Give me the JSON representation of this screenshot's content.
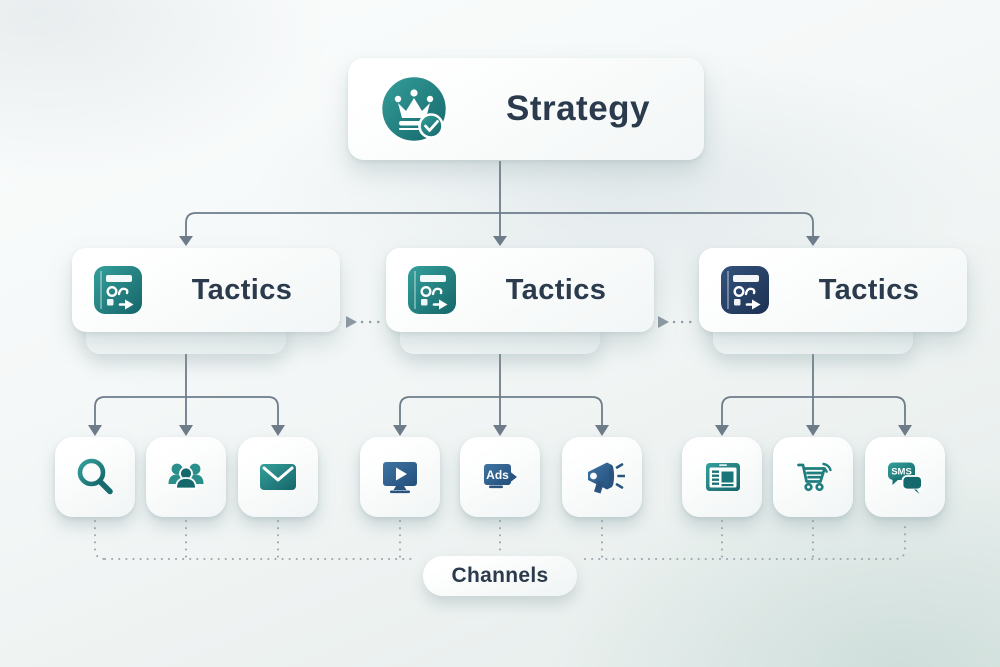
{
  "diagram_title": "Strategy / Tactics / Channels hierarchy",
  "palette": {
    "teal": "#1f7e7d",
    "teal_dark": "#176b6f",
    "teal_light": "#35a09b",
    "navy": "#2a4870",
    "steel_blue": "#36699a",
    "text": "#2b3b4d",
    "connector_solid": "#6e7c8a",
    "connector_dotted": "#8d98a2",
    "card_bg": "#ffffff",
    "page_bg": "#eef3f2"
  },
  "strategy": {
    "label": "Strategy",
    "icon": "crown-check-icon"
  },
  "tactics": {
    "items": [
      {
        "label": "Tactics",
        "icon": "planner-arrow-icon",
        "icon_color": "teal"
      },
      {
        "label": "Tactics",
        "icon": "planner-arrow-icon",
        "icon_color": "teal"
      },
      {
        "label": "Tactics",
        "icon": "planner-arrow-icon",
        "icon_color": "navy"
      }
    ]
  },
  "channels": {
    "label": "Channels",
    "items": [
      {
        "name": "search",
        "icon": "search-icon",
        "color": "teal"
      },
      {
        "name": "social",
        "icon": "people-group-icon",
        "color": "teal"
      },
      {
        "name": "email",
        "icon": "envelope-icon",
        "color": "teal"
      },
      {
        "name": "video",
        "icon": "monitor-play-icon",
        "color": "steel_blue"
      },
      {
        "name": "ads",
        "icon": "ads-bubble-icon",
        "color": "steel_blue",
        "icon_text": "Ads"
      },
      {
        "name": "promotion",
        "icon": "megaphone-icon",
        "color": "steel_blue"
      },
      {
        "name": "newsletter",
        "icon": "tablet-article-icon",
        "color": "teal"
      },
      {
        "name": "ecommerce",
        "icon": "cart-wifi-icon",
        "color": "teal"
      },
      {
        "name": "sms",
        "icon": "sms-chat-icon",
        "color": "teal",
        "icon_text": "SMS"
      }
    ]
  }
}
